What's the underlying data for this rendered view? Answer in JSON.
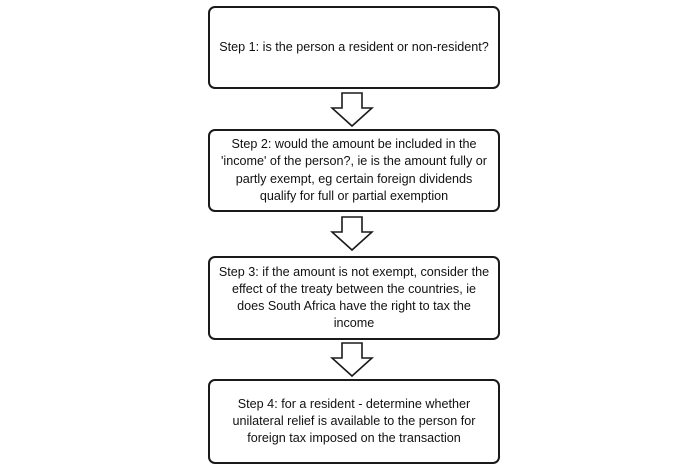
{
  "steps": [
    {
      "label": "Step 1: is the person a resident or non-resident?"
    },
    {
      "label": "Step 2: would the amount be included in the 'income' of the person?, ie is the amount fully or partly exempt, eg certain foreign dividends qualify for full or partial exemption"
    },
    {
      "label": "Step 3: if the amount is not exempt, consider the effect of the treaty between the countries, ie does South Africa have the right to tax the income"
    },
    {
      "label": "Step 4: for a resident - determine whether unilateral relief is available to the person for foreign tax imposed on the transaction"
    }
  ],
  "arrows": [
    {
      "icon": "down-arrow-icon"
    },
    {
      "icon": "down-arrow-icon"
    },
    {
      "icon": "down-arrow-icon"
    }
  ],
  "colors": {
    "stroke": "#1a1a1a",
    "fill": "#ffffff"
  }
}
